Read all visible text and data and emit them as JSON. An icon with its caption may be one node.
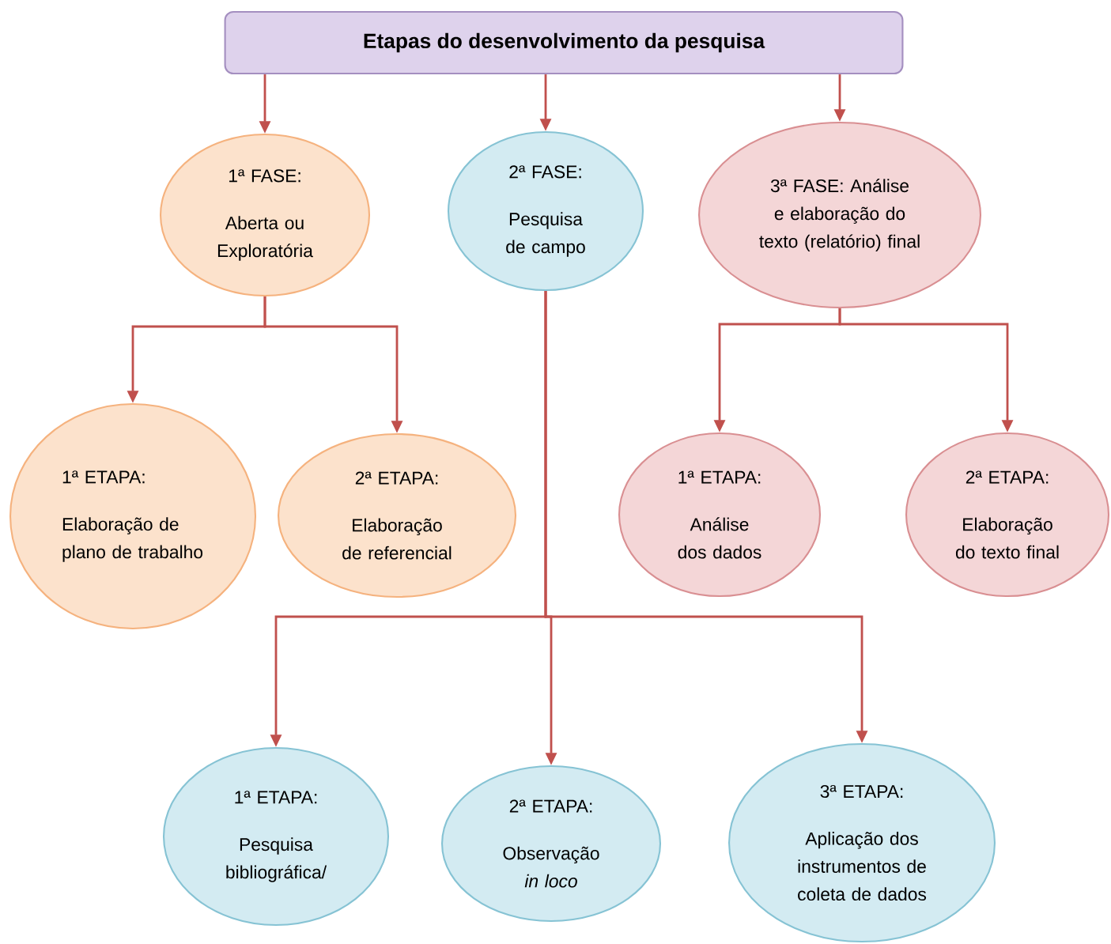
{
  "diagram": {
    "nodes": [
      {
        "text": [
          "Etapas do desenvolvimento da pesquisa"
        ]
      },
      {
        "text": [
          "1ª FASE:",
          "Aberta ou Exploratória"
        ]
      },
      {
        "text": [
          "2ª FASE:",
          "Pesquisa de campo"
        ]
      },
      {
        "text": [
          "3ª FASE: Análise e elaboração do texto (relatório) final"
        ]
      },
      {
        "text": [
          "1ª ETAPA:",
          "Elaboração de plano de trabalho"
        ]
      },
      {
        "text": [
          "2ª ETAPA:",
          "Elaboração de referencial"
        ]
      },
      {
        "text": [
          "1ª ETAPA:",
          "Análise dos dados"
        ]
      },
      {
        "text": [
          "2ª ETAPA:",
          "Elaboração do texto final"
        ]
      },
      {
        "text": [
          "1ª ETAPA:",
          "Pesquisa bibliográfica/"
        ]
      },
      {
        "text": [
          "2ª ETAPA:",
          "Observação *in loco*"
        ]
      },
      {
        "text": [
          "3ª ETAPA:",
          "Aplicação dos instrumentos de coleta de dados"
        ]
      }
    ],
    "edges": [
      {
        "from": 0,
        "to": 1,
        "arrow": "to"
      },
      {
        "from": 0,
        "to": 2,
        "arrow": "to"
      },
      {
        "from": 0,
        "to": 3,
        "arrow": "to"
      },
      {
        "from": 1,
        "to": 4,
        "arrow": "to"
      },
      {
        "from": 1,
        "to": 5,
        "arrow": "to"
      },
      {
        "from": 3,
        "to": 6,
        "arrow": "to"
      },
      {
        "from": 3,
        "to": 7,
        "arrow": "to"
      },
      {
        "from": 2,
        "to": 8,
        "arrow": "to"
      },
      {
        "from": 2,
        "to": 9,
        "arrow": "to"
      },
      {
        "from": 2,
        "to": 10,
        "arrow": "to"
      }
    ]
  }
}
